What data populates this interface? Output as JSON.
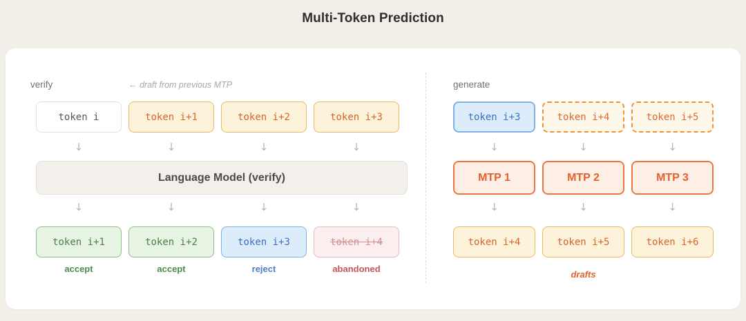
{
  "title": "Multi-Token Prediction",
  "left": {
    "label": "verify",
    "hint": "← draft from previous MTP",
    "input_row": [
      {
        "text": "token i",
        "style": "plain"
      },
      {
        "text": "token i+1",
        "style": "amber"
      },
      {
        "text": "token i+2",
        "style": "amber"
      },
      {
        "text": "token i+3",
        "style": "amber"
      }
    ],
    "model": "Language Model (verify)",
    "output_row": [
      {
        "text": "token i+1",
        "style": "green",
        "caption": "accept",
        "caption_color": "#4a8a4a"
      },
      {
        "text": "token i+2",
        "style": "green",
        "caption": "accept",
        "caption_color": "#4a8a4a"
      },
      {
        "text": "token i+3",
        "style": "blue",
        "caption": "reject",
        "caption_color": "#4a7ec8"
      },
      {
        "text": "token i+4",
        "style": "rose",
        "caption": "abandoned",
        "caption_color": "#c1575c"
      }
    ],
    "arrow": "↓"
  },
  "right": {
    "label": "generate",
    "input_row": [
      {
        "text": "token i+3",
        "style": "blue2"
      },
      {
        "text": "token i+4",
        "style": "amber-dashed"
      },
      {
        "text": "token i+5",
        "style": "amber-dashed"
      }
    ],
    "mtp_row": [
      {
        "text": "MTP 1"
      },
      {
        "text": "MTP 2"
      },
      {
        "text": "MTP 3"
      }
    ],
    "output_row": [
      {
        "text": "token i+4",
        "style": "amber"
      },
      {
        "text": "token i+5",
        "style": "amber"
      },
      {
        "text": "token i+6",
        "style": "amber"
      }
    ],
    "caption": "drafts",
    "arrow": "↓"
  },
  "colors": {
    "page_bg": "#f2efe9",
    "card_bg": "#ffffff",
    "accent_orange": "#e2622c",
    "amber_border": "#edb95e",
    "green": "#4a8a4a",
    "blue": "#4a7ec8",
    "rose": "#c1575c"
  }
}
